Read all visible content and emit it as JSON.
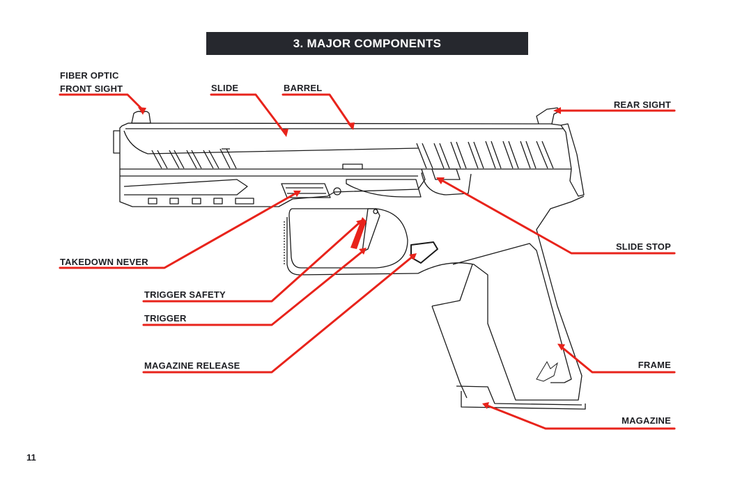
{
  "header": {
    "title": "3. MAJOR COMPONENTS"
  },
  "labels": {
    "fiber_optic_line1": "FIBER OPTIC",
    "fiber_optic_line2": "FRONT SIGHT",
    "slide": "SLIDE",
    "barrel": "BARREL",
    "rear_sight": "REAR SIGHT",
    "slide_stop": "SLIDE STOP",
    "takedown": "TAKEDOWN NEVER",
    "trigger_safety": "TRIGGER SAFETY",
    "trigger": "TRIGGER",
    "magazine_release": "MAGAZINE RELEASE",
    "frame": "FRAME",
    "magazine": "MAGAZINE"
  },
  "footer": {
    "page_number": "11"
  },
  "colors": {
    "leader": "#e8231b",
    "title_bg": "#26282e",
    "text": "#1e1f24",
    "outline": "#1a1a1a"
  }
}
